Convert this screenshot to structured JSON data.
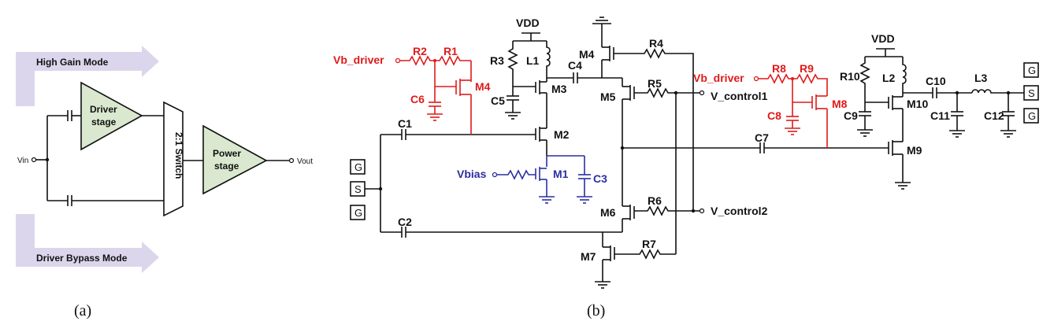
{
  "panel_a": {
    "caption": "(a)",
    "high_gain_mode": "High Gain Mode",
    "driver_bypass_mode": "Driver Bypass Mode",
    "driver_stage_line1": "Driver",
    "driver_stage_line2": "stage",
    "switch_label": "2:1 Switch",
    "power_stage_line1": "Power",
    "power_stage_line2": "stage",
    "vin": "Vin",
    "vout": "Vout",
    "colors": {
      "arrow_fill": "#dcd6ec",
      "block_fill": "#d9e8cf"
    }
  },
  "panel_b": {
    "caption": "(b)",
    "pads_left": [
      "G",
      "S",
      "G"
    ],
    "pads_right": [
      "G",
      "S",
      "G"
    ],
    "vdd1": "VDD",
    "vdd2": "VDD",
    "vb_driver1": "Vb_driver",
    "vb_driver2": "Vb_driver",
    "vbias": "Vbias",
    "v_control1": "V_control1",
    "v_control2": "V_control2",
    "resistors": {
      "R1": "R1",
      "R2": "R2",
      "R3": "R3",
      "R4": "R4",
      "R5": "R5",
      "R6": "R6",
      "R7": "R7",
      "R8": "R8",
      "R9": "R9",
      "R10": "R10"
    },
    "capacitors": {
      "C1": "C1",
      "C2": "C2",
      "C3": "C3",
      "C4": "C4",
      "C5": "C5",
      "C6": "C6",
      "C7": "C7",
      "C8": "C8",
      "C9": "C9",
      "C10": "C10",
      "C11": "C11",
      "C12": "C12"
    },
    "inductors": {
      "L1": "L1",
      "L2": "L2",
      "L3": "L3"
    },
    "transistors": {
      "M1": "M1",
      "M2": "M2",
      "M3": "M3",
      "M4a": "M4",
      "M4b": "M4",
      "M5": "M5",
      "M6": "M6",
      "M7": "M7",
      "M8": "M8",
      "M9": "M9",
      "M10": "M10"
    },
    "colors": {
      "wire": "#111111",
      "bias_red": "#e01a1a",
      "bias_blue": "#2b2fa0"
    }
  }
}
